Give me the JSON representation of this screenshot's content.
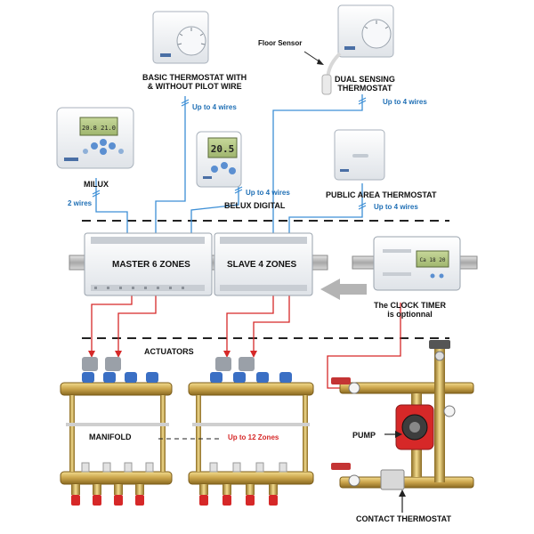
{
  "devices": {
    "milux": "MILUX",
    "basic_thermostat": "BASIC THERMOSTAT WITH\n& WITHOUT PILOT WIRE",
    "belux_digital": "BELUX DIGITAL",
    "dual_sensing": "DUAL SENSING\nTHERMOSTAT",
    "floor_sensor": "Floor Sensor",
    "public_area": "PUBLIC AREA THERMOSTAT"
  },
  "wires": {
    "milux": "2 wires",
    "basic": "Up to 4 wires",
    "belux": "Up to 4 wires",
    "dual": "Up to 4 wires",
    "public": "Up to 4 wires"
  },
  "controller": {
    "master": "MASTER 6 ZONES",
    "slave": "SLAVE 4 ZONES",
    "clock_note": "The CLOCK TIMER\nis optionnal"
  },
  "display": {
    "milux": "20.8  21.0",
    "belux": "20.5",
    "clock": "Ca 18 20"
  },
  "hydraulics": {
    "actuators": "ACTUATORS",
    "manifold": "MANIFOLD",
    "zones_note": "Up to 12 Zones",
    "pump": "PUMP",
    "contact": "CONTACT THERMOSTAT"
  },
  "colors": {
    "blue_wire": "#3d8fd6",
    "red_wire": "#d62828",
    "brass": "#c9a34a"
  }
}
